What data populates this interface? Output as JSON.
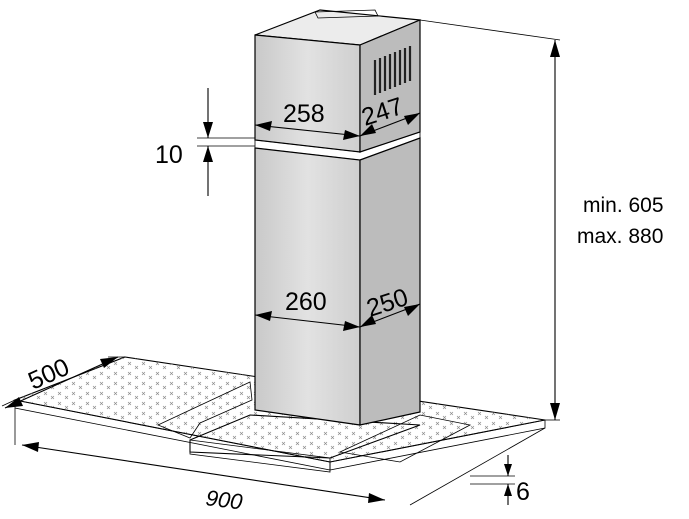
{
  "dimensions": {
    "chimney_upper_width": "258",
    "chimney_upper_depth": "247",
    "gap": "10",
    "chimney_lower_width": "260",
    "chimney_lower_depth": "250",
    "hood_depth": "500",
    "hood_width": "900",
    "glass_thickness": "6",
    "height_min": "min. 605",
    "height_max": "max. 880"
  },
  "colors": {
    "line": "#000000",
    "front_face": "#d4d4d4",
    "side_face": "#bcbcbc",
    "top_face": "#ececec",
    "glass": "#f2f2f2",
    "pattern": "#8c8c8c"
  }
}
